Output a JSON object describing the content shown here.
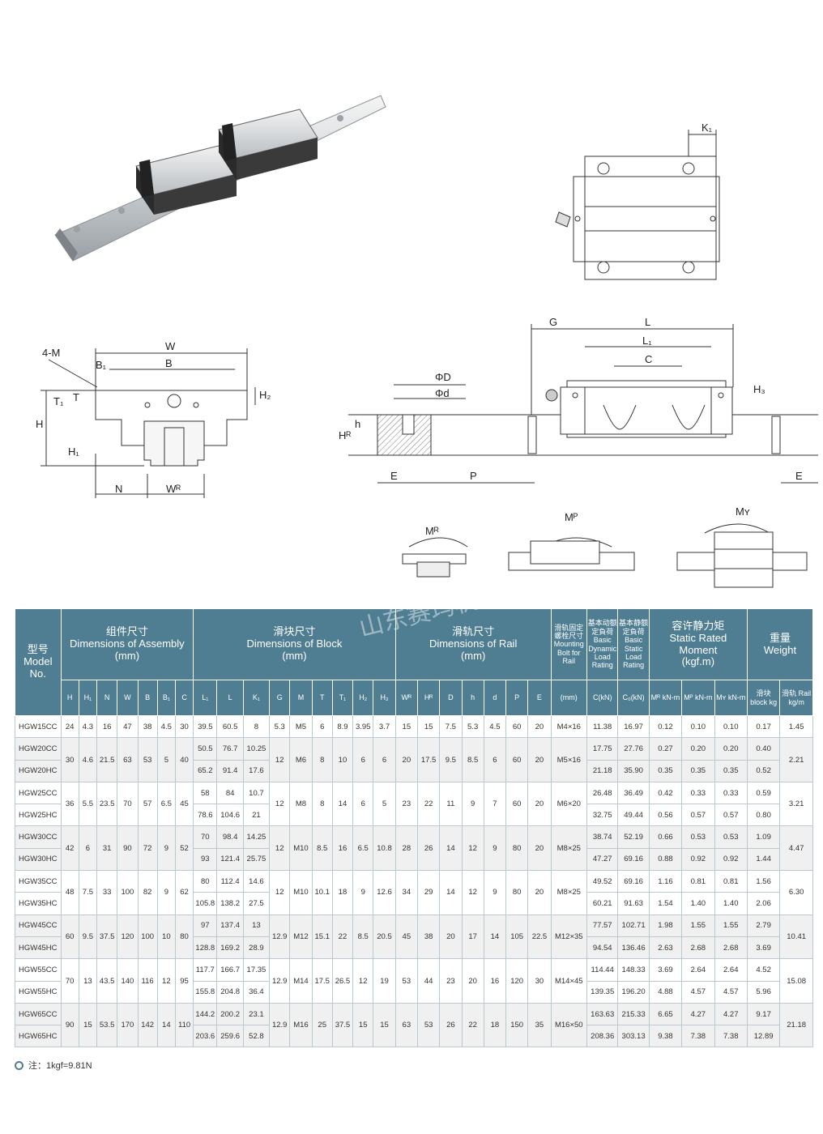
{
  "drawing_labels": {
    "k1": "K₁",
    "four_m": "4-M",
    "w": "W",
    "b": "B",
    "b1": "B₁",
    "t": "T",
    "t1": "T₁",
    "h": "H",
    "h1": "H₁",
    "h2": "H₂",
    "n": "N",
    "wr": "Wᴿ",
    "g": "G",
    "l": "L",
    "l1": "L₁",
    "c": "C",
    "h3": "H₃",
    "big_d": "ΦD",
    "small_d": "Φd",
    "h_small": "h",
    "hr": "Hᴿ",
    "e_left": "E",
    "p": "P",
    "e_right": "E",
    "mr": "Mᴿ",
    "mp": "Mᴾ",
    "my": "Mʏ"
  },
  "watermark": "山东赛玛机械",
  "table": {
    "group_headers": [
      {
        "zh": "型号",
        "en": "Model No."
      },
      {
        "zh": "组件尺寸",
        "en": "Dimensions of Assembly",
        "unit": "(mm)"
      },
      {
        "zh": "滑块尺寸",
        "en": "Dimensions of Block",
        "unit": "(mm)"
      },
      {
        "zh": "滑轨尺寸",
        "en": "Dimensions of Rail",
        "unit": "(mm)"
      },
      {
        "zh": "滑轨固定螺栓尺寸",
        "en": "Mounting Bolt for Rail"
      },
      {
        "zh": "基本动额定負荷",
        "en": "Basic Dynamic Load Rating"
      },
      {
        "zh": "基本静额定負荷",
        "en": "Basic Static Load Rating"
      },
      {
        "zh": "容许静力矩",
        "en": "Static Rated Moment",
        "unit": "(kgf.m)"
      },
      {
        "zh": "重量",
        "en": "Weight"
      }
    ],
    "sub_headers": [
      "H",
      "H₁",
      "N",
      "W",
      "B",
      "B₁",
      "C",
      "L₁",
      "L",
      "K₁",
      "G",
      "M",
      "T",
      "T₁",
      "H₂",
      "H₃",
      "Wᴿ",
      "Hᴿ",
      "D",
      "h",
      "d",
      "P",
      "E",
      "(mm)",
      "C(kN)",
      "C₀(kN)",
      "Mᴿ kN-m",
      "Mᴾ kN-m",
      "Mʏ kN-m",
      "滑块 block kg",
      "滑轨 Rail kg/m"
    ],
    "rows": [
      [
        "HGW15CC",
        "24",
        "4.3",
        "16",
        "47",
        "38",
        "4.5",
        "30",
        "39.5",
        "60.5",
        "8",
        "5.3",
        "M5",
        "6",
        "8.9",
        "3.95",
        "3.7",
        "15",
        "15",
        "7.5",
        "5.3",
        "4.5",
        "60",
        "20",
        "M4×16",
        "11.38",
        "16.97",
        "0.12",
        "0.10",
        "0.10",
        "0.17",
        "1.45"
      ],
      [
        "HGW20CC",
        "30",
        "4.6",
        "21.5",
        "63",
        "53",
        "5",
        "40",
        "50.5",
        "76.7",
        "10.25",
        "12",
        "M6",
        "8",
        "10",
        "6",
        "6",
        "20",
        "17.5",
        "9.5",
        "8.5",
        "6",
        "60",
        "20",
        "M5×16",
        "17.75",
        "27.76",
        "0.27",
        "0.20",
        "0.20",
        "0.40",
        "2.21"
      ],
      [
        "HGW20HC",
        "65.2",
        "91.4",
        "17.6",
        "21.18",
        "35.90",
        "0.35",
        "0.35",
        "0.35",
        "0.52"
      ],
      [
        "HGW25CC",
        "36",
        "5.5",
        "23.5",
        "70",
        "57",
        "6.5",
        "45",
        "58",
        "84",
        "10.7",
        "12",
        "M8",
        "8",
        "14",
        "6",
        "5",
        "23",
        "22",
        "11",
        "9",
        "7",
        "60",
        "20",
        "M6×20",
        "26.48",
        "36.49",
        "0.42",
        "0.33",
        "0.33",
        "0.59",
        "3.21"
      ],
      [
        "HGW25HC",
        "78.6",
        "104.6",
        "21",
        "32.75",
        "49.44",
        "0.56",
        "0.57",
        "0.57",
        "0.80"
      ],
      [
        "HGW30CC",
        "42",
        "6",
        "31",
        "90",
        "72",
        "9",
        "52",
        "70",
        "98.4",
        "14.25",
        "12",
        "M10",
        "8.5",
        "16",
        "6.5",
        "10.8",
        "28",
        "26",
        "14",
        "12",
        "9",
        "80",
        "20",
        "M8×25",
        "38.74",
        "52.19",
        "0.66",
        "0.53",
        "0.53",
        "1.09",
        "4.47"
      ],
      [
        "HGW30HC",
        "93",
        "121.4",
        "25.75",
        "47.27",
        "69.16",
        "0.88",
        "0.92",
        "0.92",
        "1.44"
      ],
      [
        "HGW35CC",
        "48",
        "7.5",
        "33",
        "100",
        "82",
        "9",
        "62",
        "80",
        "112.4",
        "14.6",
        "12",
        "M10",
        "10.1",
        "18",
        "9",
        "12.6",
        "34",
        "29",
        "14",
        "12",
        "9",
        "80",
        "20",
        "M8×25",
        "49.52",
        "69.16",
        "1.16",
        "0.81",
        "0.81",
        "1.56",
        "6.30"
      ],
      [
        "HGW35HC",
        "105.8",
        "138.2",
        "27.5",
        "60.21",
        "91.63",
        "1.54",
        "1.40",
        "1.40",
        "2.06"
      ],
      [
        "HGW45CC",
        "60",
        "9.5",
        "37.5",
        "120",
        "100",
        "10",
        "80",
        "97",
        "137.4",
        "13",
        "12.9",
        "M12",
        "15.1",
        "22",
        "8.5",
        "20.5",
        "45",
        "38",
        "20",
        "17",
        "14",
        "105",
        "22.5",
        "M12×35",
        "77.57",
        "102.71",
        "1.98",
        "1.55",
        "1.55",
        "2.79",
        "10.41"
      ],
      [
        "HGW45HC",
        "128.8",
        "169.2",
        "28.9",
        "94.54",
        "136.46",
        "2.63",
        "2.68",
        "2.68",
        "3.69"
      ],
      [
        "HGW55CC",
        "70",
        "13",
        "43.5",
        "140",
        "116",
        "12",
        "95",
        "117.7",
        "166.7",
        "17.35",
        "12.9",
        "M14",
        "17.5",
        "26.5",
        "12",
        "19",
        "53",
        "44",
        "23",
        "20",
        "16",
        "120",
        "30",
        "M14×45",
        "114.44",
        "148.33",
        "3.69",
        "2.64",
        "2.64",
        "4.52",
        "15.08"
      ],
      [
        "HGW55HC",
        "155.8",
        "204.8",
        "36.4",
        "139.35",
        "196.20",
        "4.88",
        "4.57",
        "4.57",
        "5.96"
      ],
      [
        "HGW65CC",
        "90",
        "15",
        "53.5",
        "170",
        "142",
        "14",
        "110",
        "144.2",
        "200.2",
        "23.1",
        "12.9",
        "M16",
        "25",
        "37.5",
        "15",
        "15",
        "63",
        "53",
        "26",
        "22",
        "18",
        "150",
        "35",
        "M16×50",
        "163.63",
        "215.33",
        "6.65",
        "4.27",
        "4.27",
        "9.17",
        "21.18"
      ],
      [
        "HGW65HC",
        "203.6",
        "259.6",
        "52.8",
        "208.36",
        "303.13",
        "9.38",
        "7.38",
        "7.38",
        "12.89"
      ]
    ]
  },
  "note": "注：1kgf=9.81N"
}
